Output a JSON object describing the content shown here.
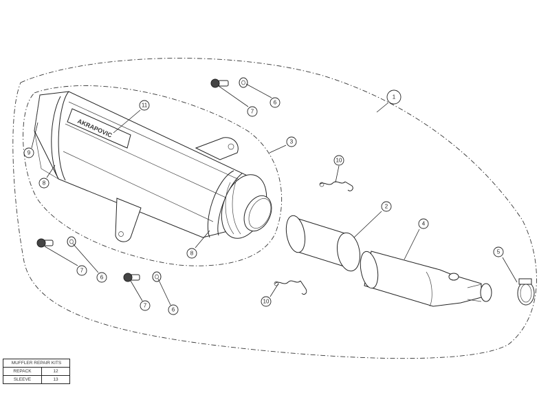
{
  "diagram": {
    "logo_text": "AKRAPOVIC",
    "callouts": {
      "c1": "1",
      "c2": "2",
      "c3": "3",
      "c4": "4",
      "c5": "5",
      "c6a": "6",
      "c6b": "6",
      "c6c": "6",
      "c7a": "7",
      "c7b": "7",
      "c7c": "7",
      "c8a": "8",
      "c8b": "8",
      "c9": "9",
      "c10a": "10",
      "c10b": "10",
      "c11": "11"
    }
  },
  "repair_kits": {
    "title": "MUFFLER REPAIR KITS",
    "rows": [
      {
        "label": "REPACK",
        "value": "12"
      },
      {
        "label": "SLEEVE",
        "value": "13"
      }
    ]
  }
}
